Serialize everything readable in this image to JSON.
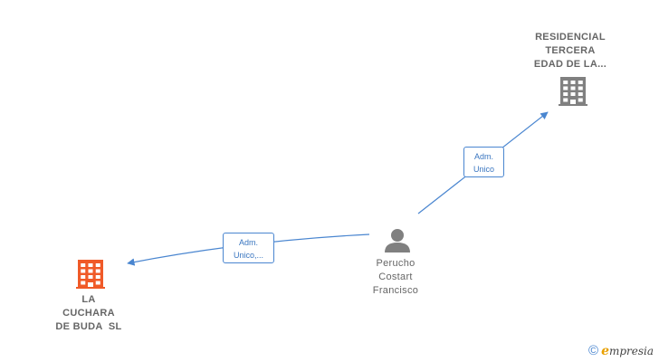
{
  "colors": {
    "edge": "#4a86d0",
    "company_highlight": "#f05a28",
    "company_default": "#808080",
    "person": "#808080"
  },
  "nodes": {
    "residencial": {
      "lines": [
        "RESIDENCIAL",
        "TERCERA",
        "EDAD DE LA..."
      ],
      "icon": "building-icon"
    },
    "perucho": {
      "lines": [
        "Perucho",
        "Costart",
        "Francisco"
      ],
      "icon": "person-icon"
    },
    "cuchara": {
      "lines": [
        "LA",
        "CUCHARA",
        "DE BUDA  SL"
      ],
      "icon": "building-icon"
    }
  },
  "edges": {
    "to_residencial": {
      "lines": [
        "Adm.",
        "Unico"
      ]
    },
    "to_cuchara": {
      "lines": [
        "Adm.",
        "Unico,..."
      ]
    }
  },
  "brand": {
    "copyright": "©",
    "first_letter": "e",
    "rest": "mpresia"
  }
}
